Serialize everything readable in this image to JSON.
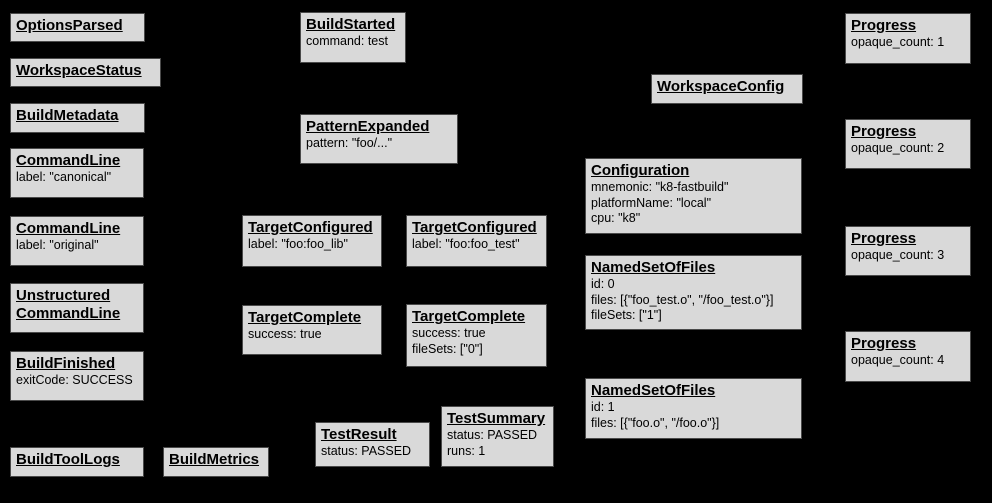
{
  "colors": {
    "background": "#000000",
    "node_fill": "#d9d9d9",
    "node_border": "#4a4a4a",
    "text": "#000000"
  },
  "diagram_type": "build-event-graph",
  "nodes": [
    {
      "title": "OptionsParsed",
      "lines": []
    },
    {
      "title": "WorkspaceStatus",
      "lines": []
    },
    {
      "title": "BuildMetadata",
      "lines": []
    },
    {
      "title": "CommandLine",
      "lines": [
        "label: \"canonical\""
      ]
    },
    {
      "title": "CommandLine",
      "lines": [
        "label: \"original\""
      ]
    },
    {
      "title": "Unstructured CommandLine",
      "lines": []
    },
    {
      "title": "BuildFinished",
      "lines": [
        "exitCode: SUCCESS"
      ]
    },
    {
      "title": "BuildToolLogs",
      "lines": []
    },
    {
      "title": "BuildMetrics",
      "lines": []
    },
    {
      "title": "BuildStarted",
      "lines": [
        "command: test"
      ]
    },
    {
      "title": "PatternExpanded",
      "lines": [
        "pattern: \"foo/...\""
      ]
    },
    {
      "title": "TargetConfigured",
      "lines": [
        "label: \"foo:foo_lib\""
      ]
    },
    {
      "title": "TargetConfigured",
      "lines": [
        "label: \"foo:foo_test\""
      ]
    },
    {
      "title": "TargetComplete",
      "lines": [
        "success: true"
      ]
    },
    {
      "title": "TargetComplete",
      "lines": [
        "success: true",
        "fileSets: [\"0\"]"
      ]
    },
    {
      "title": "TestResult",
      "lines": [
        "status: PASSED"
      ]
    },
    {
      "title": "TestSummary",
      "lines": [
        "status: PASSED",
        "runs: 1"
      ]
    },
    {
      "title": "WorkspaceConfig",
      "lines": []
    },
    {
      "title": "Configuration",
      "lines": [
        "mnemonic: \"k8-fastbuild\"",
        "platformName: \"local\"",
        "cpu: \"k8\""
      ]
    },
    {
      "title": "NamedSetOfFiles",
      "lines": [
        "id: 0",
        "files: [{\"foo_test.o\", \"/foo_test.o\"}]",
        "fileSets: [\"1\"]"
      ]
    },
    {
      "title": "NamedSetOfFiles",
      "lines": [
        "id: 1",
        "files: [{\"foo.o\", \"/foo.o\"}]"
      ]
    },
    {
      "title": "Progress",
      "lines": [
        "opaque_count: 1"
      ]
    },
    {
      "title": "Progress",
      "lines": [
        "opaque_count: 2"
      ]
    },
    {
      "title": "Progress",
      "lines": [
        "opaque_count: 3"
      ]
    },
    {
      "title": "Progress",
      "lines": [
        "opaque_count: 4"
      ]
    }
  ]
}
